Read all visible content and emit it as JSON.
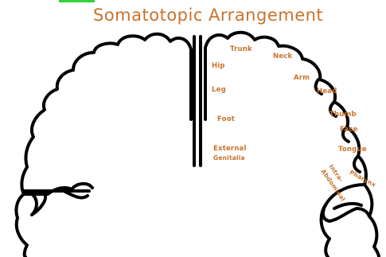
{
  "title": "Somatotopic Arrangement",
  "labels": {
    "trunk": "Trunk",
    "neck": "Neck",
    "hip": "Hip",
    "arm": "Arm",
    "leg": "Leg",
    "head": "Head",
    "foot": "Foot",
    "thumb": "Thumb",
    "face": "Face",
    "external_genitalia_line1": "External",
    "external_genitalia_line2": "Genitalia",
    "tongue": "Tongue",
    "pharynx": "Pharynx",
    "intra_abdominal_line1": "Intra-",
    "intra_abdominal_line2": "Abdominal"
  },
  "colors": {
    "label": "#c8732b",
    "outline": "#000000",
    "background": "#ffffff",
    "top_edge": "#2fd33e"
  }
}
